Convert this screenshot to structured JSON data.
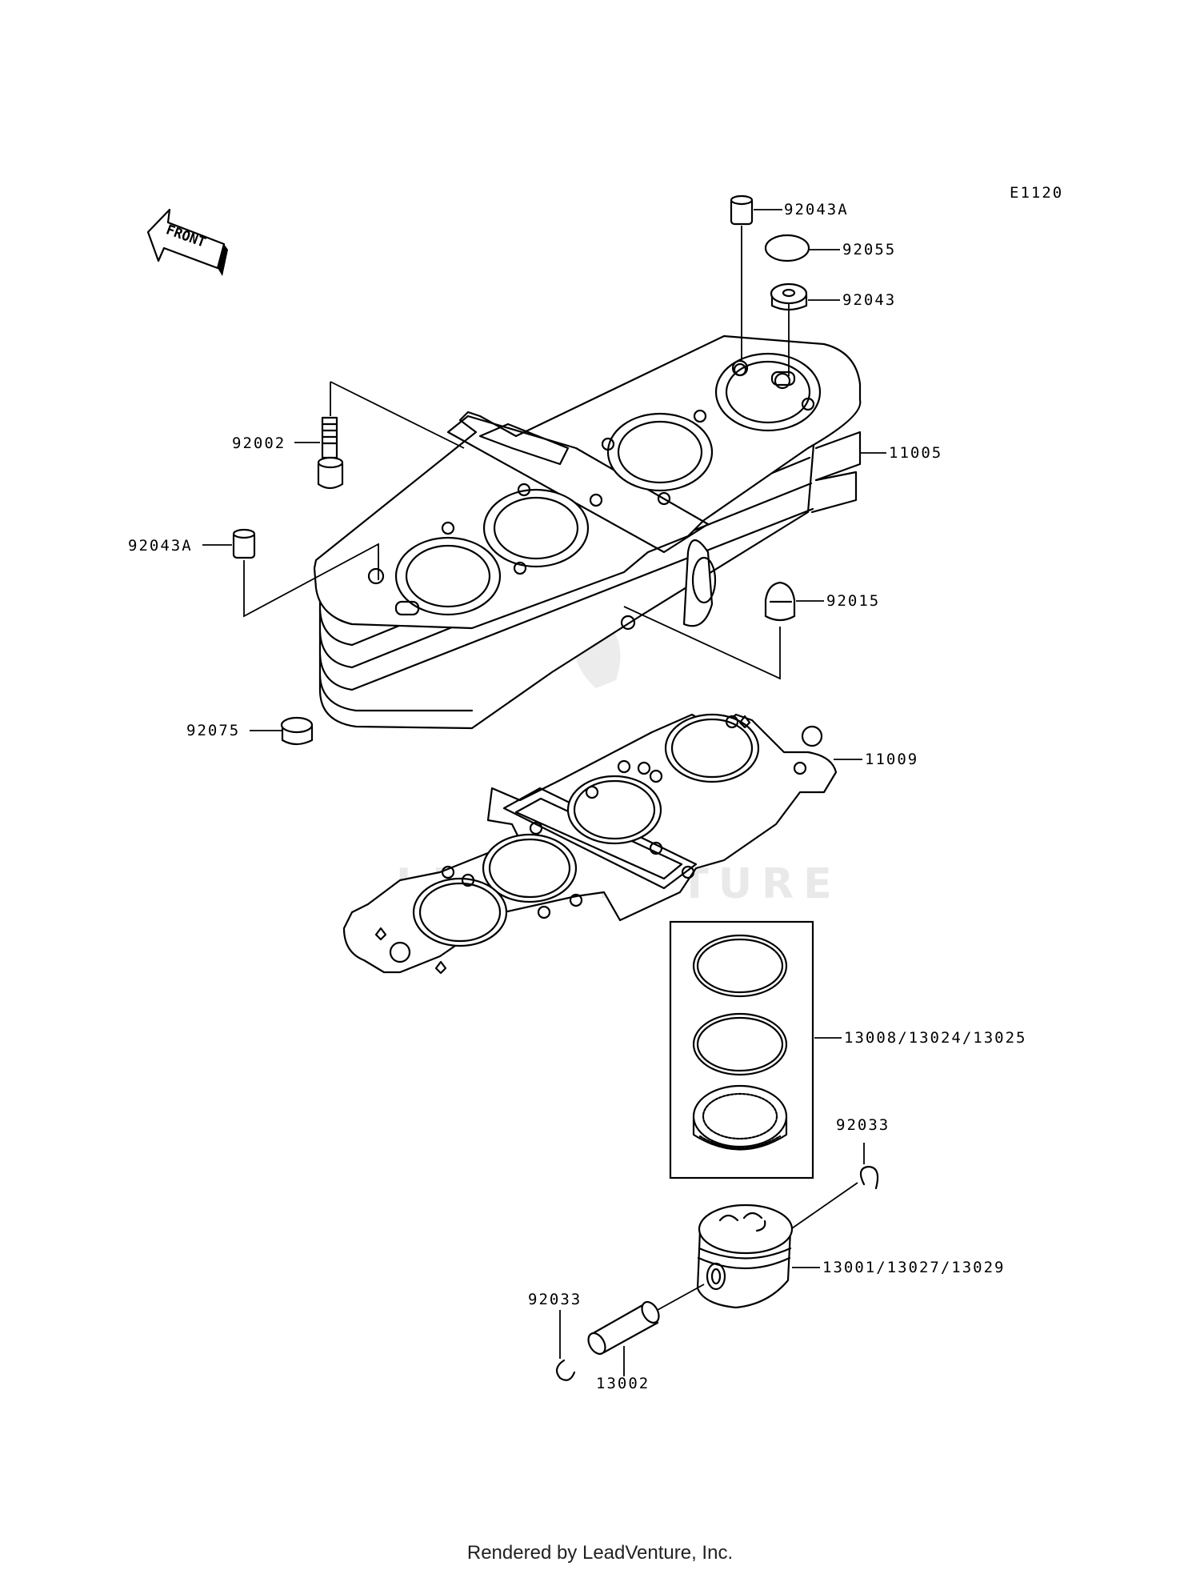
{
  "diagram_id": "E1120",
  "front_label": "FRONT",
  "watermark": "LEADVENTURE",
  "footer": "Rendered by LeadVenture, Inc.",
  "parts": {
    "p92043A_top": "92043A",
    "p92055": "92055",
    "p92043": "92043",
    "p92002": "92002",
    "p11005": "11005",
    "p92043A_left": "92043A",
    "p92015": "92015",
    "p92075": "92075",
    "p11009": "11009",
    "p13008": "13008/13024/13025",
    "p92033_right": "92033",
    "p13001": "13001/13027/13029",
    "p92033_left": "92033",
    "p13002": "13002"
  }
}
